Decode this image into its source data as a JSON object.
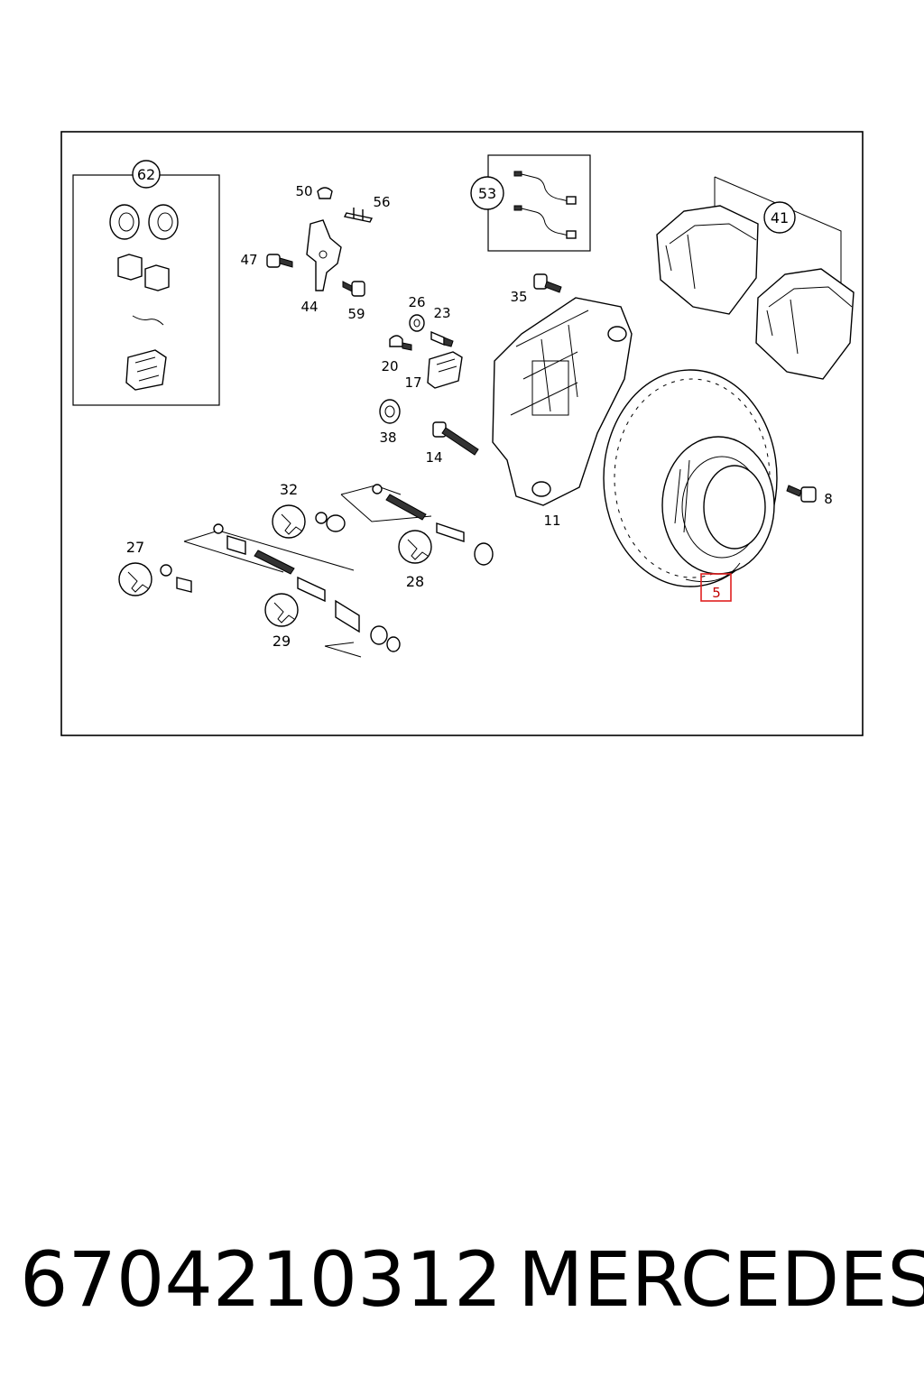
{
  "diagram": {
    "circled_labels": [
      "62",
      "53",
      "41",
      "32",
      "27",
      "28",
      "29"
    ],
    "labels": [
      "50",
      "56",
      "47",
      "44",
      "59",
      "26",
      "23",
      "20",
      "17",
      "35",
      "38",
      "14",
      "11",
      "8"
    ],
    "highlighted_label": "5",
    "highlight_color": "#e02020"
  },
  "caption": {
    "part_number": "6704210312",
    "brand": "MERCEDES"
  }
}
